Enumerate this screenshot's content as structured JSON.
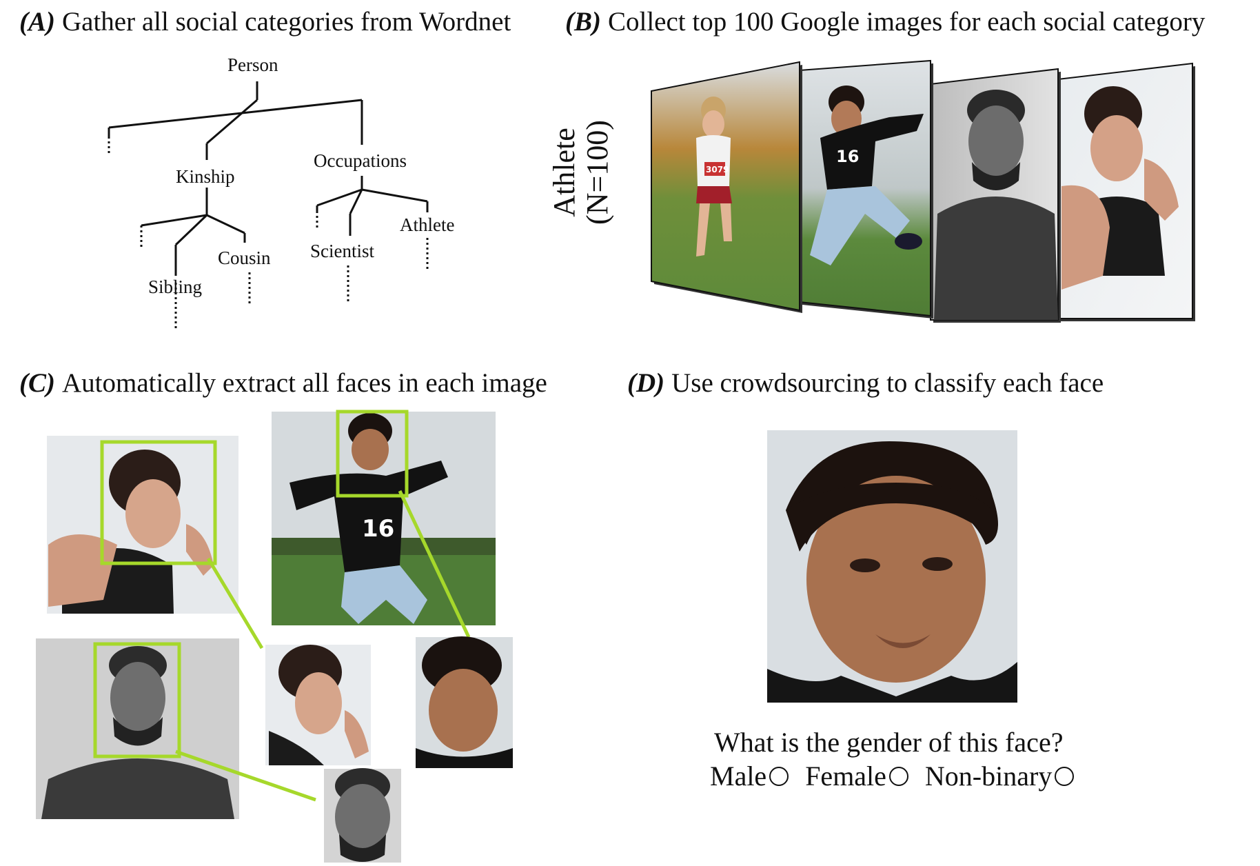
{
  "panels": {
    "a": {
      "tag": "(A)",
      "title": "Gather all social categories from Wordnet"
    },
    "b": {
      "tag": "(B)",
      "title": "Collect top 100 Google images for each social category"
    },
    "c": {
      "tag": "(C)",
      "title": "Automatically extract all faces in each image"
    },
    "d": {
      "tag": "(D)",
      "title": "Use crowdsourcing to classify each face"
    }
  },
  "tree": {
    "root": "Person",
    "kinship": "Kinship",
    "occupations": "Occupations",
    "sibling": "Sibling",
    "cousin": "Cousin",
    "scientist": "Scientist",
    "athlete": "Athlete"
  },
  "category_label": {
    "line1": "Athlete",
    "line2": "(N=100)"
  },
  "survey": {
    "question": "What is the gender of this face?",
    "options": [
      "Male",
      "Female",
      "Non-binary"
    ]
  },
  "colors": {
    "face_box": "#a6d82b",
    "text": "#111111"
  }
}
